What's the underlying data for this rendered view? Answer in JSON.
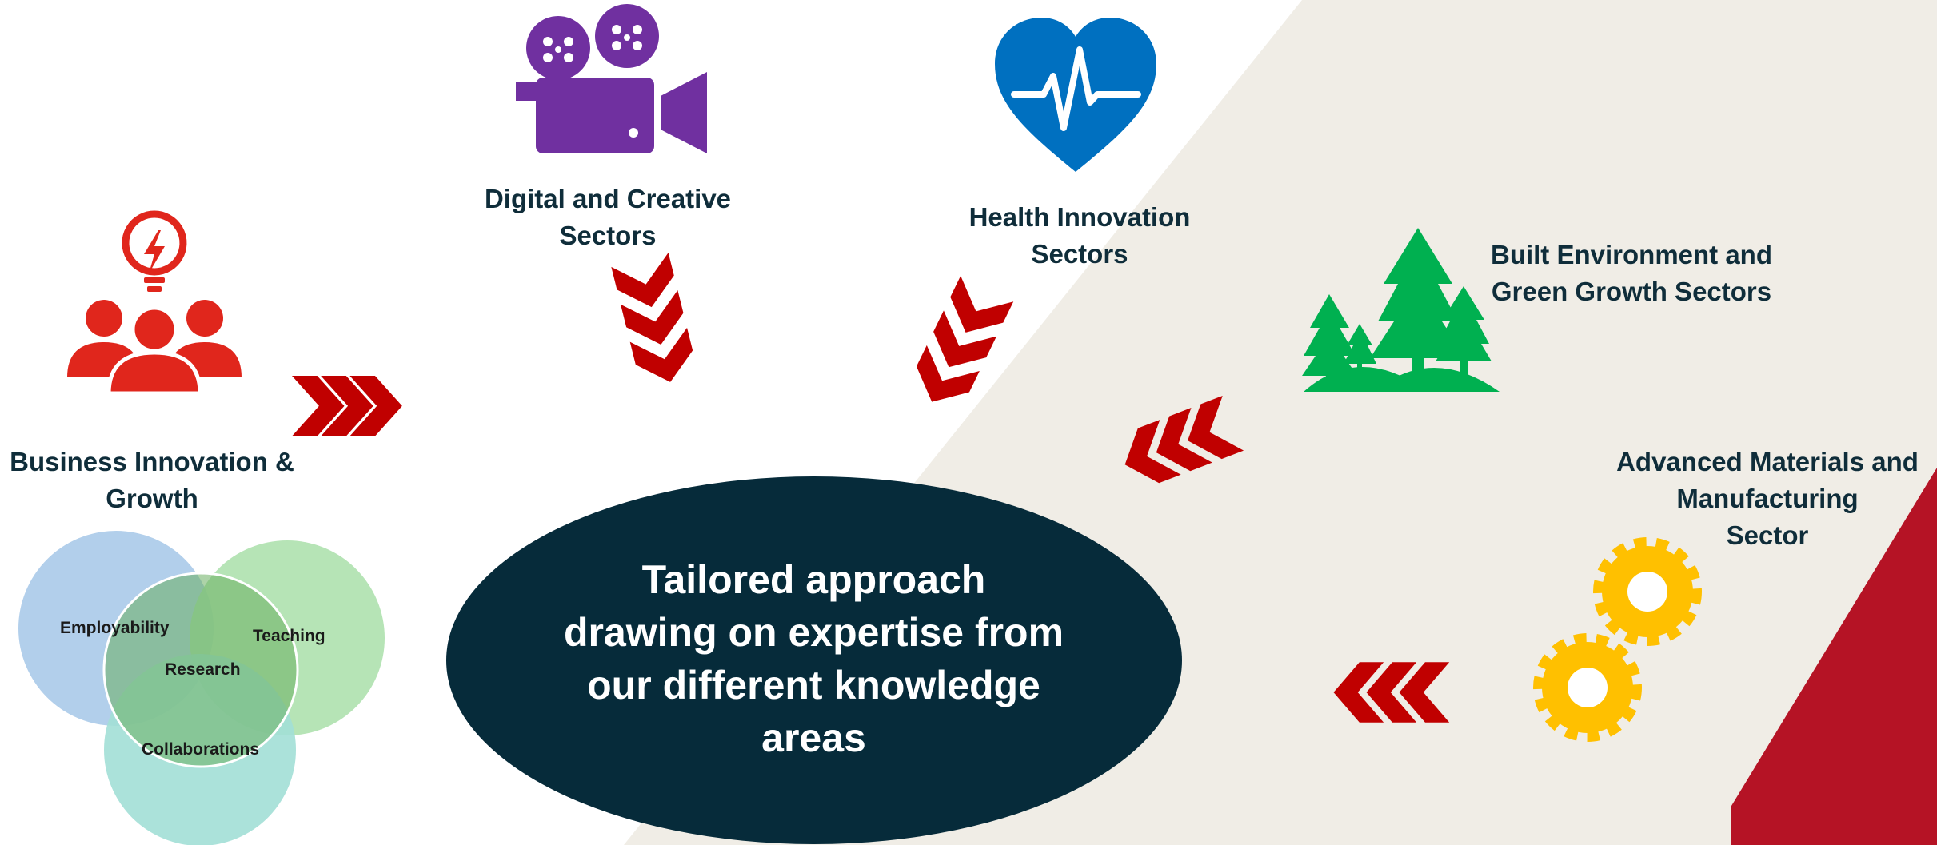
{
  "colors": {
    "navy": "#062b3a",
    "label_text": "#0f2d3a",
    "chevron_red": "#c00000",
    "accent_red": "#b51325",
    "beige": "#f0ede6",
    "business_red": "#e0261c",
    "digital_purple": "#7030a0",
    "health_blue": "#0070c0",
    "green": "#00b050",
    "gear_yellow": "#ffc000"
  },
  "sectors": {
    "business": {
      "line1": "Business Innovation &",
      "line2": "Growth",
      "icon": "people-lightbulb-icon"
    },
    "digital": {
      "line1": "Digital and Creative",
      "line2": "Sectors",
      "icon": "film-camera-icon"
    },
    "health": {
      "line1": "Health Innovation",
      "line2": "Sectors",
      "icon": "heartbeat-heart-icon"
    },
    "built": {
      "line1": "Built Environment and",
      "line2": "Green Growth Sectors",
      "icon": "trees-icon"
    },
    "materials": {
      "line1": "Advanced Materials and",
      "line2": "Manufacturing",
      "line3": "Sector",
      "icon": "gears-icon"
    }
  },
  "venn": {
    "employability": "Employability",
    "teaching": "Teaching",
    "research": "Research",
    "collaborations": "Collaborations"
  },
  "center": {
    "line1": "Tailored approach",
    "line2": "drawing on expertise from",
    "line3": "our different knowledge",
    "line4": "areas"
  }
}
